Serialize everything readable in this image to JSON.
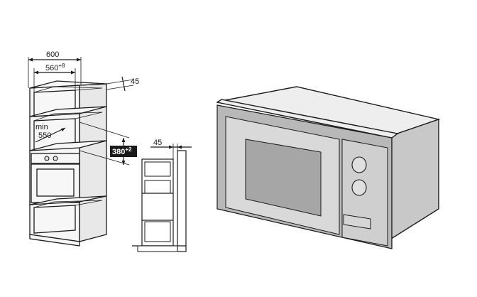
{
  "cabinet_dimensions": {
    "width_total": "600",
    "width_inner": "560",
    "width_inner_tolerance": "+8",
    "top_depth": "45",
    "min_label": "min",
    "min_depth": "550",
    "niche_height": "380",
    "niche_height_tolerance": "+2"
  },
  "side_section": {
    "depth": "45"
  }
}
